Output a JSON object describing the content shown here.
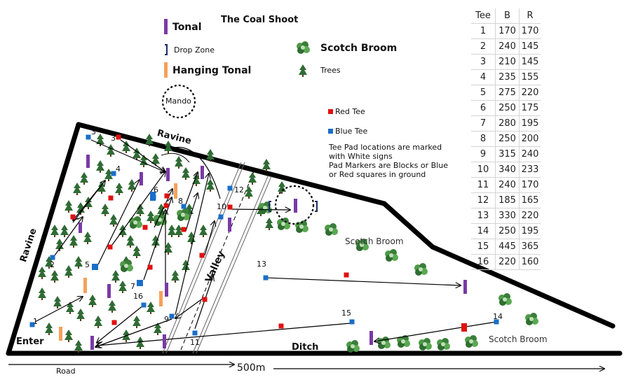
{
  "title": "The Coal Shoot",
  "legend": {
    "tonal": "Tonal",
    "drop_zone": "Drop Zone",
    "hanging_tonal": "Hanging Tonal",
    "mando": "Mando",
    "scotch_broom": "Scotch Broom",
    "trees": "Trees",
    "red_tee": "Red Tee",
    "blue_tee": "Blue Tee",
    "note": [
      "Tee Pad locations are marked",
      "with White signs",
      "Pad Markers are Blocks or Blue",
      "or Red squares in ground"
    ]
  },
  "colors": {
    "red_tee": "#e01010",
    "blue_tee": "#1a6ec8",
    "tonal": "#7a3aa6",
    "hanging_tonal": "#f5a15a",
    "boundary": "#000000",
    "tree": "#2f6b34",
    "broom": "#3f8a40"
  },
  "map_labels": {
    "ravine_top": "Ravine",
    "ravine_left": "Ravine",
    "valley": "Valley",
    "ditch": "Ditch",
    "enter": "Enter",
    "road": "Road",
    "distance": "500m",
    "scotch_broom_1": "Scotch Broom",
    "scotch_broom_2": "Scotch Broom"
  },
  "tee_numbers": [
    "1",
    "2",
    "3",
    "3",
    "4",
    "5",
    "6",
    "7",
    "8",
    "9",
    "10",
    "11",
    "12",
    "13",
    "14",
    "15",
    "16"
  ],
  "tee_table": {
    "headers": [
      "Tee",
      "B",
      "R"
    ],
    "rows": [
      [
        "1",
        "170",
        "170"
      ],
      [
        "2",
        "240",
        "145"
      ],
      [
        "3",
        "210",
        "145"
      ],
      [
        "4",
        "235",
        "155"
      ],
      [
        "5",
        "275",
        "220"
      ],
      [
        "6",
        "250",
        "175"
      ],
      [
        "7",
        "280",
        "195"
      ],
      [
        "8",
        "250",
        "200"
      ],
      [
        "9",
        "315",
        "240"
      ],
      [
        "10",
        "340",
        "233"
      ],
      [
        "11",
        "240",
        "170"
      ],
      [
        "12",
        "185",
        "165"
      ],
      [
        "13",
        "330",
        "220"
      ],
      [
        "14",
        "250",
        "195"
      ],
      [
        "15",
        "445",
        "365"
      ],
      [
        "16",
        "220",
        "160"
      ]
    ]
  }
}
